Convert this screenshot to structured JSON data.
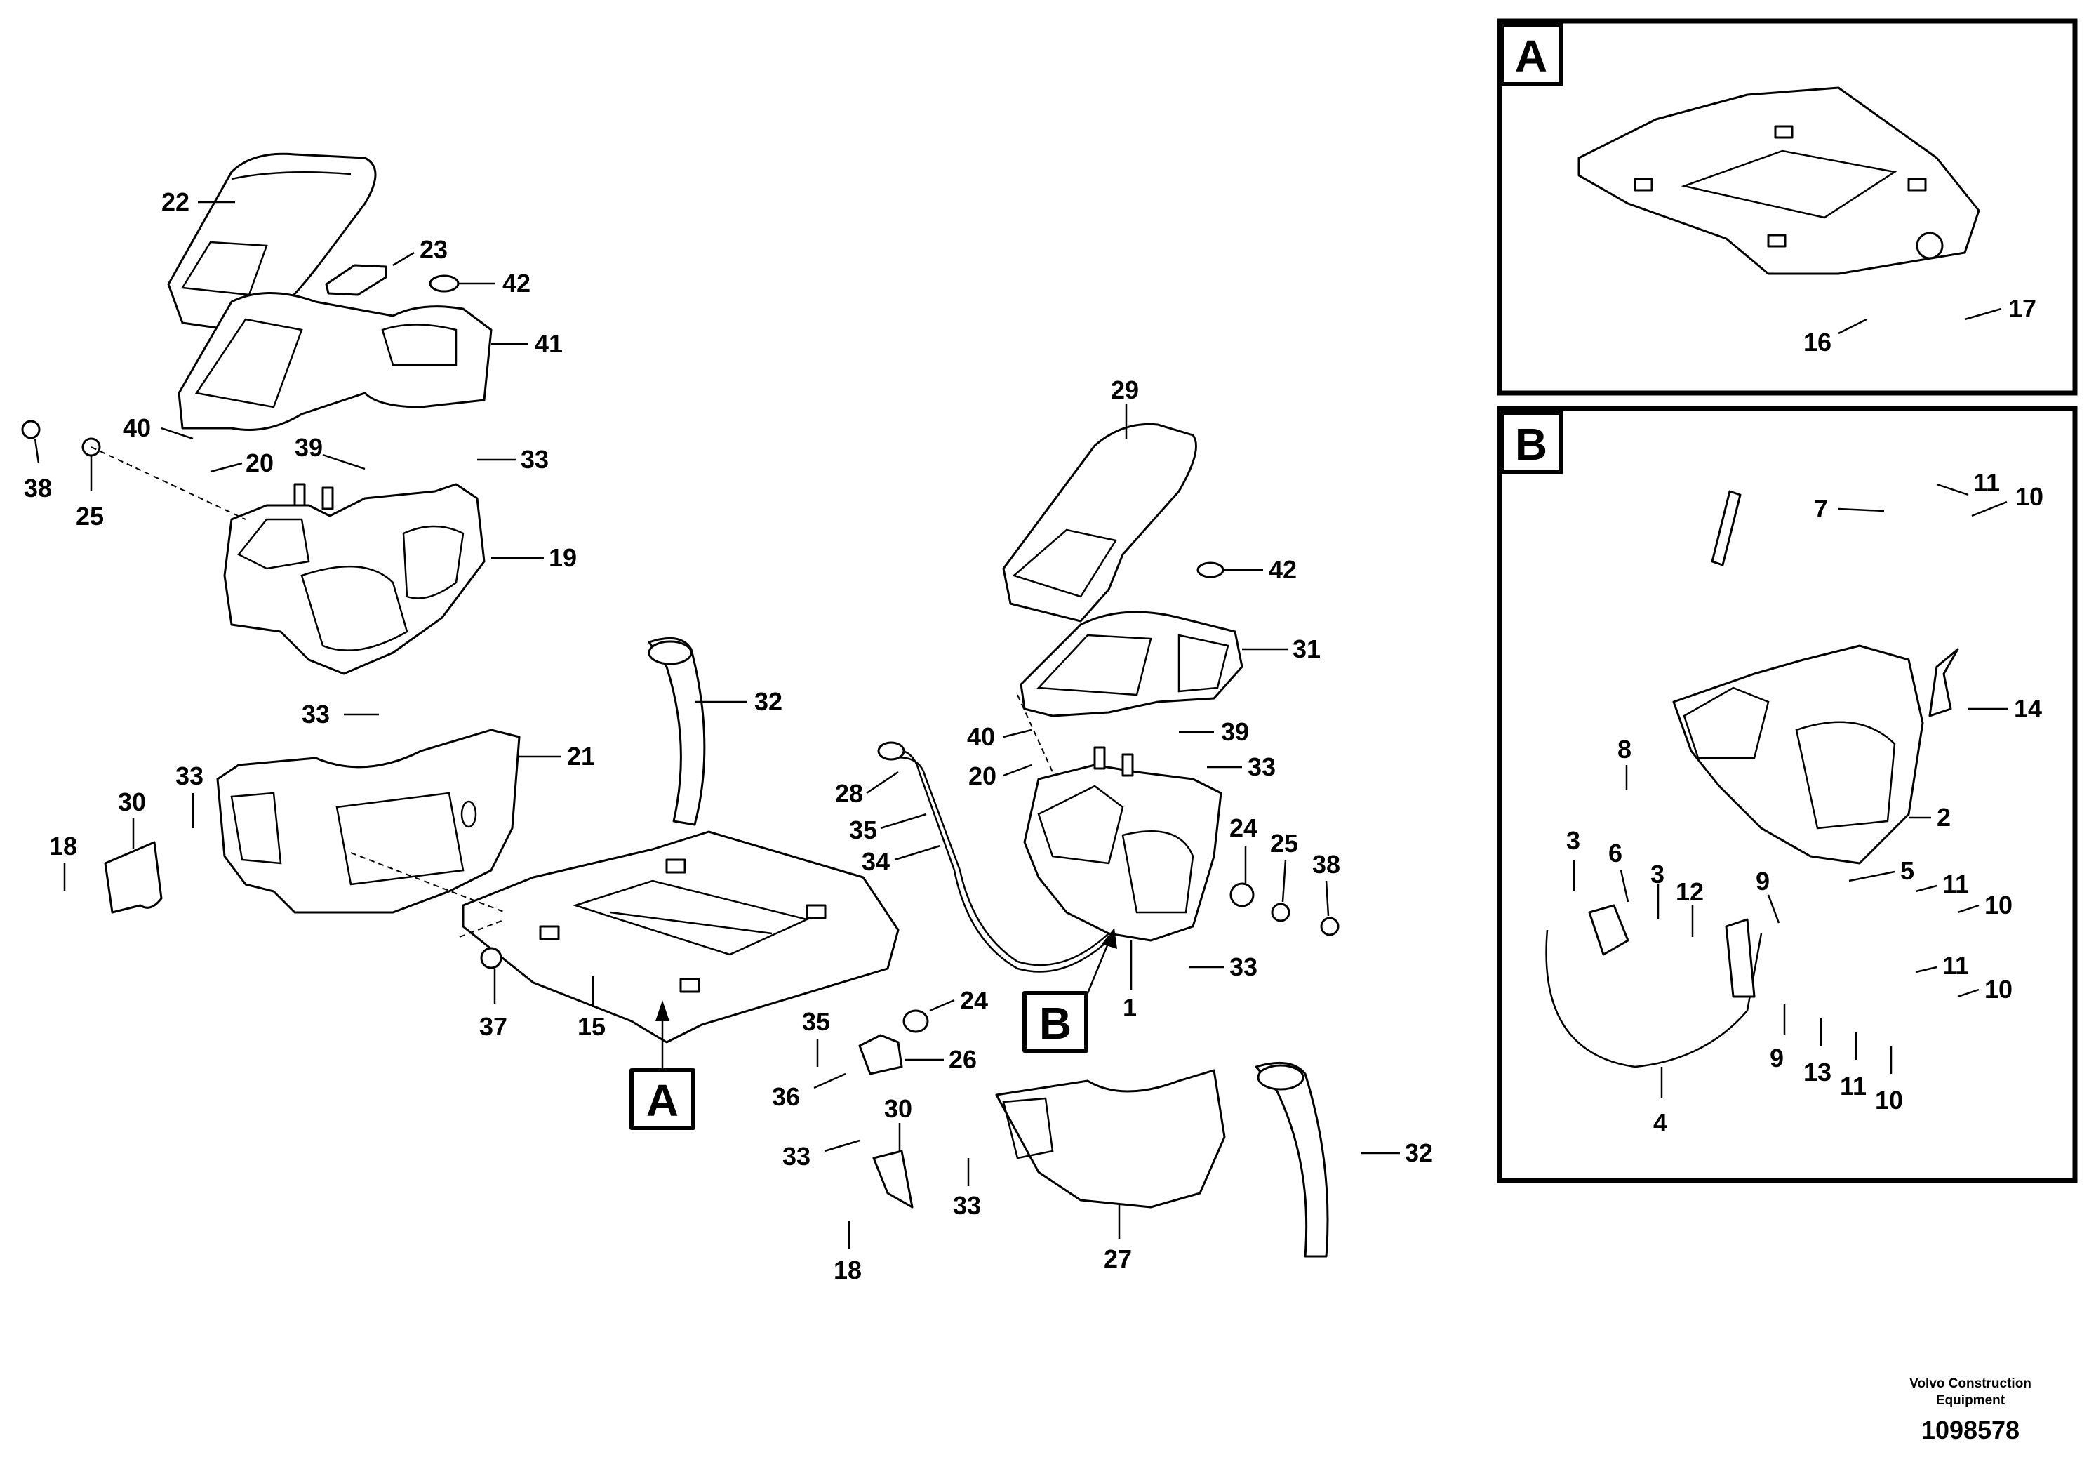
{
  "detail_boxes": [
    {
      "id": "A",
      "label": "A"
    },
    {
      "id": "B",
      "label": "B"
    }
  ],
  "view_markers": [
    {
      "label": "A"
    },
    {
      "label": "B"
    }
  ],
  "callouts": [
    "22",
    "23",
    "42",
    "41",
    "40",
    "20",
    "39",
    "33",
    "38",
    "25",
    "19",
    "33",
    "32",
    "21",
    "33",
    "30",
    "18",
    "29",
    "42",
    "31",
    "40",
    "20",
    "39",
    "33",
    "28",
    "35",
    "34",
    "24",
    "25",
    "38",
    "33",
    "1",
    "24",
    "37",
    "15",
    "35",
    "36",
    "26",
    "33",
    "30",
    "18",
    "33",
    "27",
    "32",
    "17",
    "16",
    "7",
    "11",
    "10",
    "14",
    "8",
    "2",
    "3",
    "6",
    "3",
    "12",
    "9",
    "5",
    "11",
    "10",
    "11",
    "10",
    "9",
    "13",
    "11",
    "10",
    "4"
  ],
  "footer": {
    "company_line1": "Volvo Construction",
    "company_line2": "Equipment",
    "drawing_number": "1098578"
  }
}
